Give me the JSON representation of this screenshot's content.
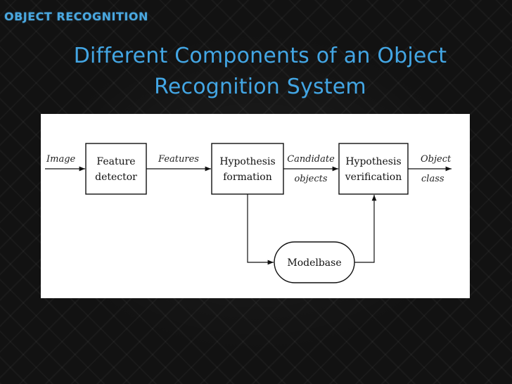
{
  "header": {
    "section": "OBJECT RECOGNITION"
  },
  "slide": {
    "title_line1": "Different Components of an Object",
    "title_line2": "Recognition System"
  },
  "diagram": {
    "input": "Image",
    "feature_detector": {
      "line1": "Feature",
      "line2": "detector"
    },
    "features": "Features",
    "hypothesis_formation": {
      "line1": "Hypothesis",
      "line2": "formation"
    },
    "candidate": {
      "line1": "Candidate",
      "line2": "objects"
    },
    "hypothesis_verification": {
      "line1": "Hypothesis",
      "line2": "verification"
    },
    "output": {
      "line1": "Object",
      "line2": "class"
    },
    "modelbase": "Modelbase"
  },
  "colors": {
    "accent": "#43a6e4",
    "figure_bg": "#ffffff"
  }
}
